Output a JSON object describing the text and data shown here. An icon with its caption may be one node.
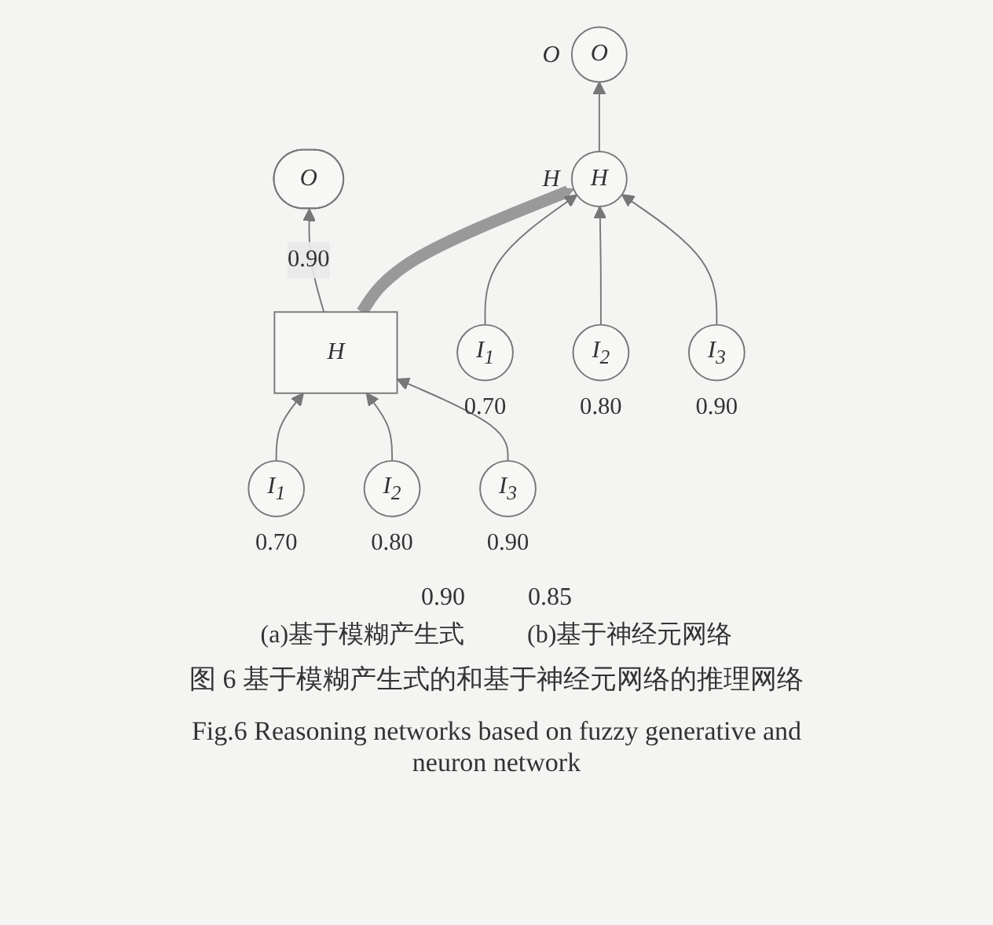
{
  "diagram": {
    "caption": "图 6 基于模糊产生式的和基于神经元网络的推理网络",
    "nodes": [
      {
        "text": [
          "O"
        ]
      },
      {
        "text": [
          "H"
        ]
      },
      {
        "text": [
          "I$_{1}$"
        ],
        "beside": [
          "0.70"
        ]
      },
      {
        "text": [
          "I$_{2}$"
        ],
        "beside": [
          "0.80"
        ]
      },
      {
        "text": [
          "I$_{3}$"
        ],
        "beside": [
          "0.90"
        ]
      },
      {
        "text": [
          "O"
        ],
        "beside": [
          "O"
        ]
      },
      {
        "text": [
          "H"
        ],
        "beside": [
          "H"
        ]
      },
      {
        "text": [
          "I$_{1}$"
        ],
        "beside": [
          "0.70"
        ]
      },
      {
        "text": [
          "I$_{2}$"
        ],
        "beside": [
          "0.80"
        ]
      },
      {
        "text": [
          "I$_{3}$"
        ],
        "beside": [
          "0.90"
        ]
      }
    ],
    "edges": [
      {
        "from": 1,
        "to": 0,
        "arrow": "to",
        "label": "0.90"
      },
      {
        "from": 2,
        "to": 1,
        "arrow": "to"
      },
      {
        "from": 3,
        "to": 1,
        "arrow": "to"
      },
      {
        "from": 4,
        "to": 1,
        "arrow": "to"
      },
      {
        "from": 1,
        "to": 6,
        "arrow": "to",
        "style": "thick",
        "color": "#999999"
      },
      {
        "from": 6,
        "to": 5,
        "arrow": "to"
      },
      {
        "from": 7,
        "to": 6,
        "arrow": "to"
      },
      {
        "from": 8,
        "to": 6,
        "arrow": "to"
      },
      {
        "from": 9,
        "to": 6,
        "arrow": "to"
      }
    ],
    "labels": [
      "0.90",
      "0.85",
      "(a)基于模糊产生式",
      "(b)基于神经元网络",
      "Fig.6 Reasoning networks based on fuzzy generative and neuron network"
    ]
  }
}
